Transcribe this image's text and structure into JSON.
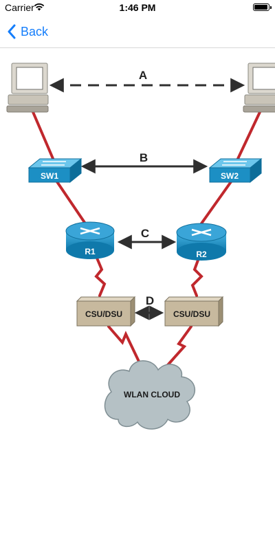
{
  "status_bar": {
    "carrier": "Carrier",
    "time": "1:46 PM"
  },
  "nav": {
    "back_label": "Back"
  },
  "diagram": {
    "links": {
      "a": "A",
      "b": "B",
      "c": "C",
      "d": "D"
    },
    "switch1": "SW1",
    "switch2": "SW2",
    "router1": "R1",
    "router2": "R2",
    "csu1": "CSU/DSU",
    "csu2": "CSU/DSU",
    "cloud": "WLAN CLOUD",
    "colors": {
      "cable": "#c0282d",
      "device": "#1c8fc4",
      "csu": "#c7b99e",
      "cloud": "#b5c1c5"
    }
  }
}
